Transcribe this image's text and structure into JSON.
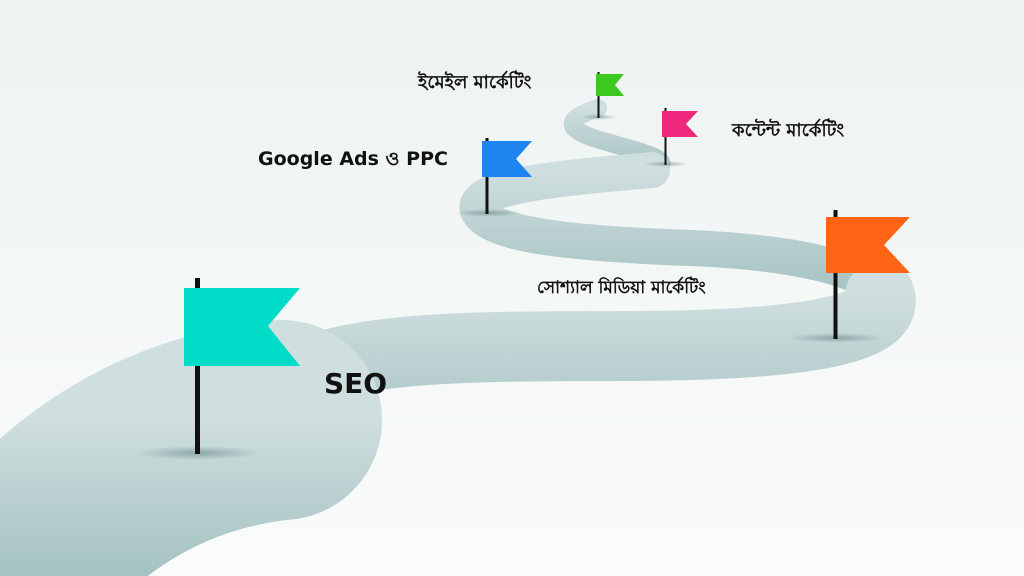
{
  "milestones": [
    {
      "id": "seo",
      "label": "SEO",
      "color": "#00DCC8"
    },
    {
      "id": "google",
      "label": "Google Ads ও PPC",
      "color": "#1E84F0"
    },
    {
      "id": "email",
      "label": "ইমেইল মার্কেটিং",
      "color": "#3CC81E"
    },
    {
      "id": "content",
      "label": "কন্টেন্ট মার্কেটিং",
      "color": "#F0287D"
    },
    {
      "id": "social",
      "label": "সোশ্যাল মিডিয়া মার্কেটিং",
      "color": "#FF6414"
    }
  ],
  "road_color": "#B9CFD0",
  "background_color": "#F3F7F6"
}
